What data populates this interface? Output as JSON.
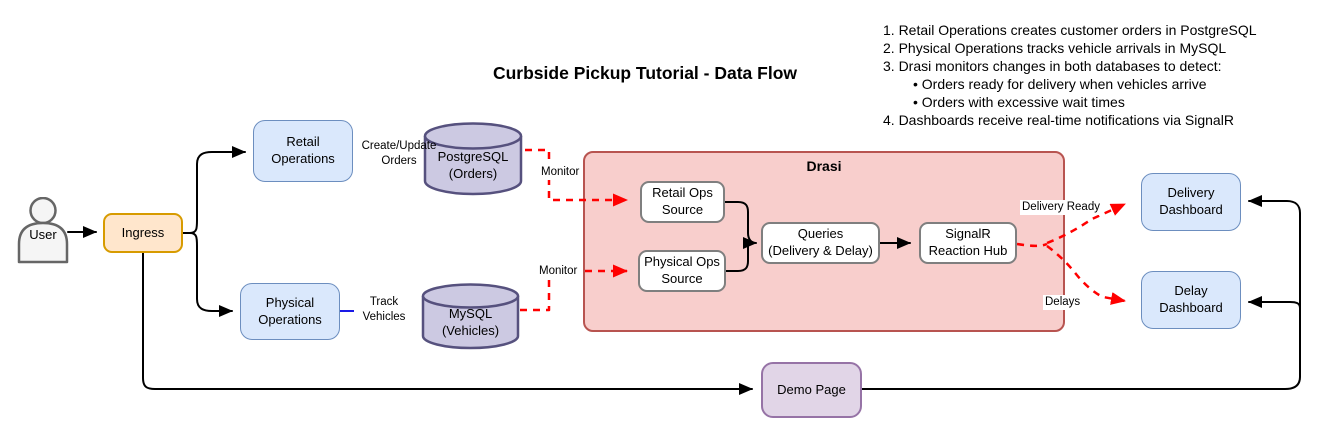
{
  "title": "Curbside Pickup Tutorial - Data Flow",
  "notes": {
    "items": [
      "1. Retail Operations creates customer orders in PostgreSQL",
      "2. Physical Operations tracks vehicle arrivals in MySQL",
      "3. Drasi monitors changes in both databases to detect:",
      "• Orders ready for delivery when vehicles arrive",
      "• Orders with excessive wait times",
      "4. Dashboards receive real-time notifications via SignalR"
    ]
  },
  "nodes": {
    "user": {
      "label": "User"
    },
    "ingress": {
      "label": "Ingress"
    },
    "retail_ops": {
      "label": "Retail\nOperations"
    },
    "physical_ops": {
      "label": "Physical\nOperations"
    },
    "postgres": {
      "label": "PostgreSQL\n(Orders)"
    },
    "mysql": {
      "label": "MySQL\n(Vehicles)"
    },
    "drasi": {
      "label": "Drasi"
    },
    "retail_source": {
      "label": "Retail Ops\nSource"
    },
    "physical_source": {
      "label": "Physical Ops\nSource"
    },
    "queries": {
      "label": "Queries\n(Delivery & Delay)"
    },
    "signalr": {
      "label": "SignalR\nReaction Hub"
    },
    "delivery_dashboard": {
      "label": "Delivery\nDashboard"
    },
    "delay_dashboard": {
      "label": "Delay\nDashboard"
    },
    "demo_page": {
      "label": "Demo Page"
    }
  },
  "edges": {
    "create_update_orders": "Create/Update\nOrders",
    "track_vehicles": "Track\nVehicles",
    "monitor_top": "Monitor",
    "monitor_bottom": "Monitor",
    "delivery_ready": "Delivery Ready",
    "delays": "Delays"
  },
  "colors": {
    "box_blue_fill": "#dae8fc",
    "box_blue_stroke": "#6c8ebf",
    "ingress_fill": "#ffe6cc",
    "ingress_stroke": "#d79b00",
    "cylinder_fill": "#ccc9e2",
    "cylinder_stroke": "#56517e",
    "drasi_fill": "#f8cecc",
    "drasi_stroke": "#b85450",
    "purple_fill": "#e1d5e7",
    "purple_stroke": "#9673a6",
    "source_stroke": "#7f7f7f",
    "edge_black": "#000000",
    "edge_red": "#ff0000",
    "edge_blue": "#1a1ae6",
    "actor_fill": "#f5f5f5",
    "actor_stroke": "#666666"
  }
}
